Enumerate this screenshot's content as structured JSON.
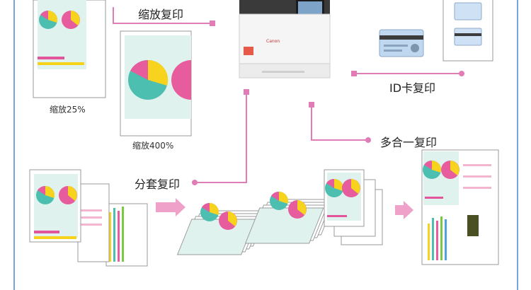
{
  "labels": {
    "zoom_copy": "缩放复印",
    "zoom_25": "缩放25%",
    "zoom_400": "缩放400%",
    "id_copy": "ID卡复印",
    "multi_copy": "多合一复印",
    "sort_copy": "分套复印"
  },
  "printer": {
    "brand": "Canon"
  },
  "colors": {
    "connector": "#e07cb6",
    "page_bg": "#dff2ee",
    "pie_yellow": "#f7d31d",
    "pie_teal": "#4cbfb1",
    "pie_pink": "#e65c9d",
    "line_pink": "#e2559a",
    "line_yellow": "#f6d31a",
    "arrow_pink": "#f0a1c9",
    "frame_blue": "#7aa2dc"
  }
}
